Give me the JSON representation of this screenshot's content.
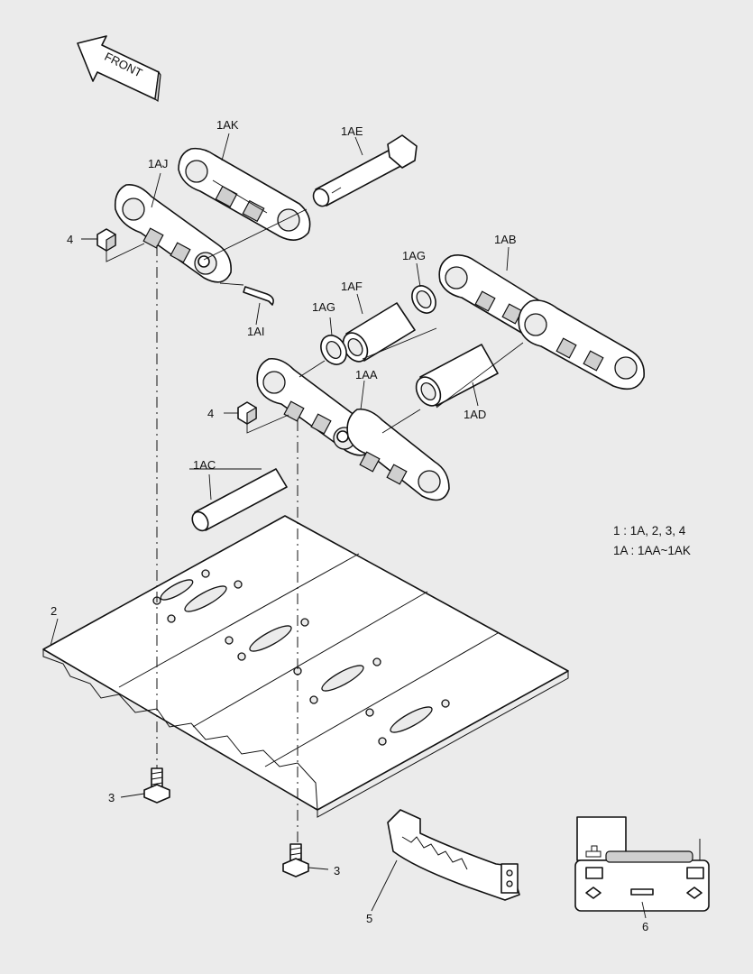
{
  "direction": {
    "label": "FRONT",
    "icon": "front-direction-arrow-icon"
  },
  "callouts": {
    "c_1ak": "1AK",
    "c_1ae": "1AE",
    "c_1aj": "1AJ",
    "c_4a": "4",
    "c_1ai": "1AI",
    "c_1ag_top": "1AG",
    "c_1ab": "1AB",
    "c_1af": "1AF",
    "c_1ag": "1AG",
    "c_1aa": "1AA",
    "c_4b": "4",
    "c_1ad": "1AD",
    "c_1ac": "1AC",
    "c_2": "2",
    "c_3a": "3",
    "c_3b": "3",
    "c_5": "5",
    "c_6": "6"
  },
  "legend": {
    "line1": "1 : 1A, 2, 3, 4",
    "line2": "1A : 1AA~1AK"
  }
}
